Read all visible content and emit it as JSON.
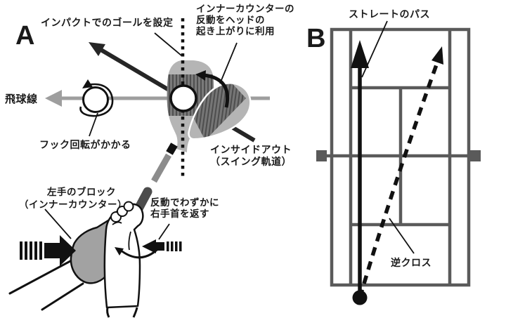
{
  "figure": {
    "type": "instructional-sports-diagram",
    "panel_a": {
      "label": "A",
      "annotations": {
        "impact_goal": "インパクトでのゴールを設定",
        "inner_counter_line1": "インナーカウンターの",
        "inner_counter_line2": "反動をヘッドの",
        "inner_counter_line3": "起き上がりに利用",
        "flight_line": "飛球線",
        "hook_spin": "フック回転がかかる",
        "inside_out_line1": "インサイドアウト",
        "inside_out_line2": "（スイング軌道）",
        "left_hand_block_line1": "左手のブロック",
        "left_hand_block_line2": "（インナーカウンター）",
        "recoil_wrist_line1": "反動でわずかに",
        "recoil_wrist_line2": "右手首を返す"
      }
    },
    "panel_b": {
      "label": "B",
      "annotations": {
        "straight_pass": "ストレートのパス",
        "reverse_cross": "逆クロス"
      }
    },
    "colors": {
      "ink": "#1a1a1a",
      "court_gray": "#5a5a5a",
      "flight_gray": "#9e9e9e",
      "head_light": "#b5b5b5",
      "hatch_base": "#7a7a7a",
      "hatch_stripe": "#4f4f4f",
      "grip_dark": "#4c4c4c",
      "shaft_gray": "#8c8c8c",
      "glove_gray": "#a2a2a2"
    }
  }
}
